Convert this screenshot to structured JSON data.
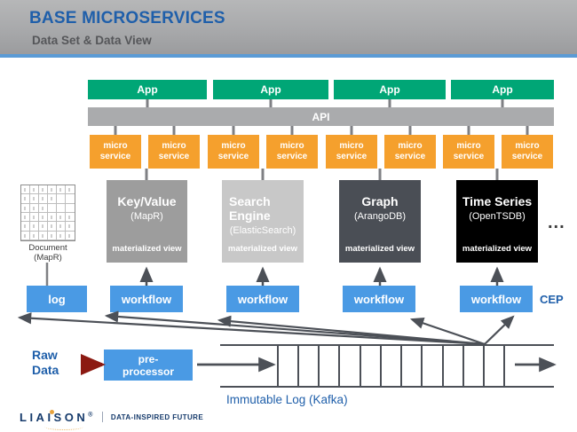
{
  "header": {
    "title": "BASE MICROSERVICES",
    "subtitle": "Data Set & Data View",
    "title_color": "#1f5faa",
    "rule_color": "#5b9bd5"
  },
  "app_layer": {
    "apps": [
      {
        "label": "App"
      },
      {
        "label": "App"
      },
      {
        "label": "App"
      },
      {
        "label": "App"
      }
    ],
    "color": "#00a676"
  },
  "api_layer": {
    "label": "API",
    "color": "#aaabad"
  },
  "microservice_layer": {
    "color": "#f5a02d",
    "items": [
      {
        "line1": "micro",
        "line2": "service"
      },
      {
        "line1": "micro",
        "line2": "service"
      },
      {
        "line1": "micro",
        "line2": "service"
      },
      {
        "line1": "micro",
        "line2": "service"
      },
      {
        "line1": "micro",
        "line2": "service"
      },
      {
        "line1": "micro",
        "line2": "service"
      },
      {
        "line1": "micro",
        "line2": "service"
      },
      {
        "line1": "micro",
        "line2": "service"
      }
    ]
  },
  "data_stores": {
    "document": {
      "label_line1": "Document",
      "label_line2": "(MapR)"
    },
    "views": [
      {
        "title": "Key/Value",
        "sub": "(MapR)",
        "note": "materialized view",
        "color": "#9d9d9d"
      },
      {
        "title": "Search Engine",
        "sub": "(ElasticSearch)",
        "note": "materialized view",
        "color": "#c8c8c8"
      },
      {
        "title": "Graph",
        "sub": "(ArangoDB)",
        "note": "materialized view",
        "color": "#4a4e55"
      },
      {
        "title": "Time Series",
        "sub": "(OpenTSDB)",
        "note": "materialized view",
        "color": "#000000"
      }
    ],
    "ellipsis": "..."
  },
  "workflow_layer": {
    "color": "#4a9ae4",
    "log_label": "log",
    "workflows": [
      {
        "label": "workflow"
      },
      {
        "label": "workflow"
      },
      {
        "label": "workflow"
      },
      {
        "label": "workflow"
      }
    ],
    "cep_label": "CEP"
  },
  "ingest": {
    "raw_data_line1": "Raw",
    "raw_data_line2": "Data",
    "preprocessor_line1": "pre-",
    "preprocessor_line2": "processor",
    "kafka_label": "Immutable Log (Kafka)",
    "kafka_cells": 11
  },
  "footer": {
    "brand": "LIAISON",
    "brand_mark": "®",
    "tagline": "DATA-INSPIRED FUTURE",
    "brand_color": "#153a6b",
    "accent_color": "#e8a33d"
  }
}
